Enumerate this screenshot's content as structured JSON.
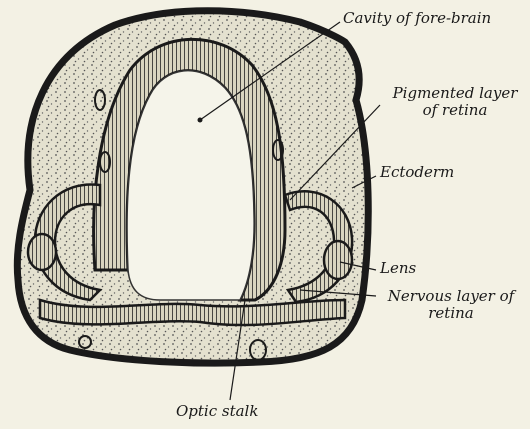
{
  "labels": {
    "cavity_forebrain": "Cavity of fore-brain",
    "pigmented_layer": [
      "Pigmented layer",
      "of retina"
    ],
    "ectoderm": "Ectoderm",
    "lens": "Lens",
    "nervous_layer": [
      "Nervous layer of",
      "retina"
    ],
    "optic_stalk": "Optic stalk"
  },
  "colors": {
    "background": "#f3f1e4",
    "ink": "#1a1a1a",
    "tissue_fill": "#e4e1cf"
  }
}
